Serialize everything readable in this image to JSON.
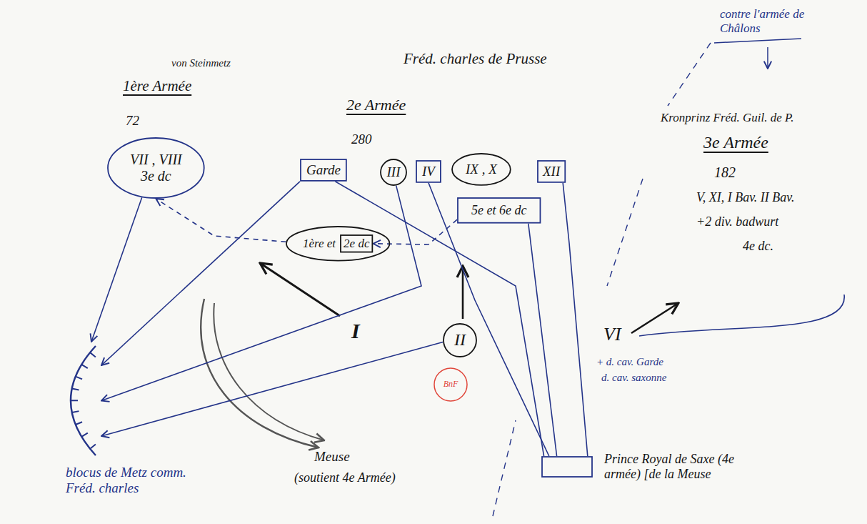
{
  "diagram": {
    "nodes": [
      {
        "text": [
          "VII , VIII",
          "3e dc"
        ]
      },
      {
        "text": [
          "Garde"
        ]
      },
      {
        "text": [
          "III"
        ]
      },
      {
        "text": [
          "IV"
        ]
      },
      {
        "text": [
          "IX , X"
        ]
      },
      {
        "text": [
          "XII"
        ]
      },
      {
        "text": [
          "5e et 6e dc"
        ]
      },
      {
        "text": [
          "1ère et"
        ]
      },
      {
        "text": [
          "2e dc"
        ],
        "in": 7
      },
      {
        "text": [
          "II"
        ]
      },
      {
        "text": [
          "blocus de Metz comm. Fréd. charles"
        ]
      },
      {
        "text": [
          "Prince Royal de Saxe (4e armée) [de la Meuse"
        ]
      }
    ],
    "edges": [
      {
        "from": 0,
        "to": 10,
        "arrow": "to"
      },
      {
        "from": 1,
        "to": 10,
        "arrow": "to"
      },
      {
        "from": 2,
        "to": 10,
        "arrow": "to"
      },
      {
        "from": 9,
        "to": 10,
        "arrow": "to"
      },
      {
        "from": 11,
        "to": 1,
        "arrow": "none"
      },
      {
        "from": 11,
        "to": 3,
        "arrow": "none"
      },
      {
        "from": 11,
        "to": 6,
        "arrow": "none"
      },
      {
        "from": 11,
        "to": 5,
        "arrow": "none"
      },
      {
        "from": 7,
        "to": 0,
        "arrow": "to"
      },
      {
        "from": 6,
        "to": 8,
        "arrow": "to"
      }
    ],
    "labels": [
      "von Steinmetz",
      "1ère Armée",
      "72",
      "Fréd. charles de Prusse",
      "2e Armée",
      "280",
      "I",
      "BnF",
      "VI",
      "+ d. cav. Garde",
      "d. cav. saxonne",
      "contre l'armée de Châlons",
      "Kronprinz Fréd. Guil. de P.",
      "3e Armée",
      "182",
      "V, XI, I Bav. II Bav.",
      "+2 div. badwurt",
      "4e dc.",
      "Meuse",
      "(soutient 4e Armée)"
    ]
  }
}
